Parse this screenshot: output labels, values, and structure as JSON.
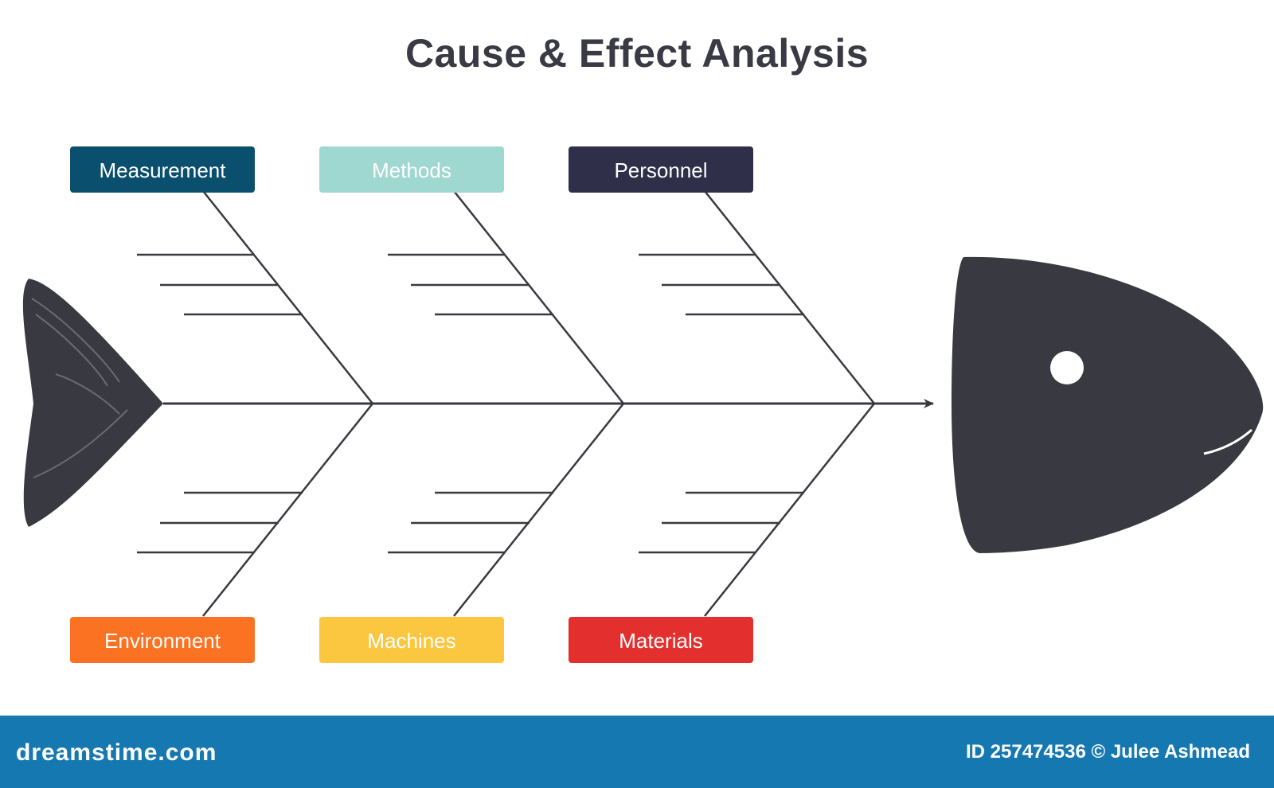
{
  "title": "Cause & Effect Analysis",
  "categories": {
    "measurement": {
      "label": "Measurement",
      "color": "#0b4f6e"
    },
    "methods": {
      "label": "Methods",
      "color": "#9fd7d1"
    },
    "personnel": {
      "label": "Personnel",
      "color": "#2f2f4a"
    },
    "environment": {
      "label": "Environment",
      "color": "#fb7222"
    },
    "machines": {
      "label": "Machines",
      "color": "#fbc640"
    },
    "materials": {
      "label": "Materials",
      "color": "#e3302e"
    }
  },
  "fish_color": "#393941",
  "footer": {
    "brand": "dreamstime.com",
    "credit": "ID 257474536 © Julee Ashmead",
    "color": "#1578b0"
  }
}
